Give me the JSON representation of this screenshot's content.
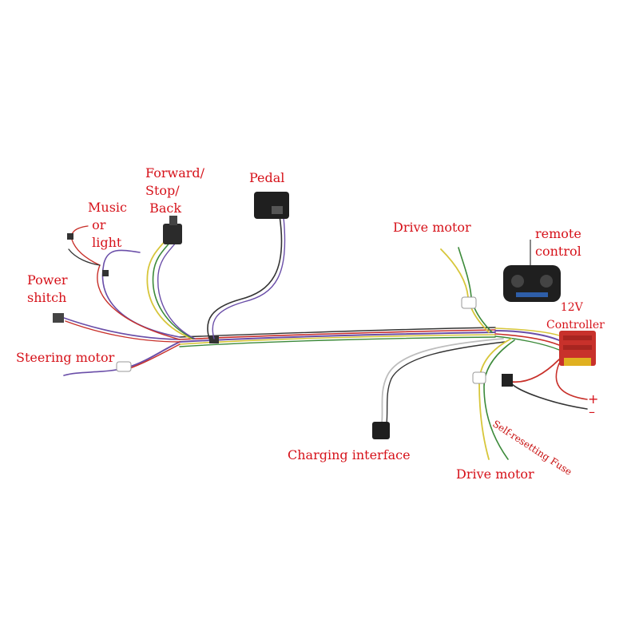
{
  "labels": {
    "forward_stop_back": "Forward/\nStop/\n Back",
    "pedal": "Pedal",
    "music_or_light": "Music\n or\n light",
    "power_switch": "Power\nshitch",
    "steering_motor": "Steering motor",
    "drive_motor_top": "Drive motor",
    "remote_control": "remote\ncontrol",
    "controller": "    12V\nController",
    "fuse": "Self-resetting Fuse",
    "plus": "+",
    "minus": "–",
    "charging_interface": "Charging interface",
    "drive_motor_bottom": "Drive motor"
  },
  "colors": {
    "label_red": "#d6121a",
    "wire_purple": "#6a4ea8",
    "wire_red": "#c8302a",
    "wire_yellow": "#d7c63a",
    "wire_green": "#3c8a3a",
    "wire_black": "#333333",
    "wire_white": "#bdbdbd",
    "controller_red": "#c8312b",
    "connector_yellow": "#e0b020"
  }
}
